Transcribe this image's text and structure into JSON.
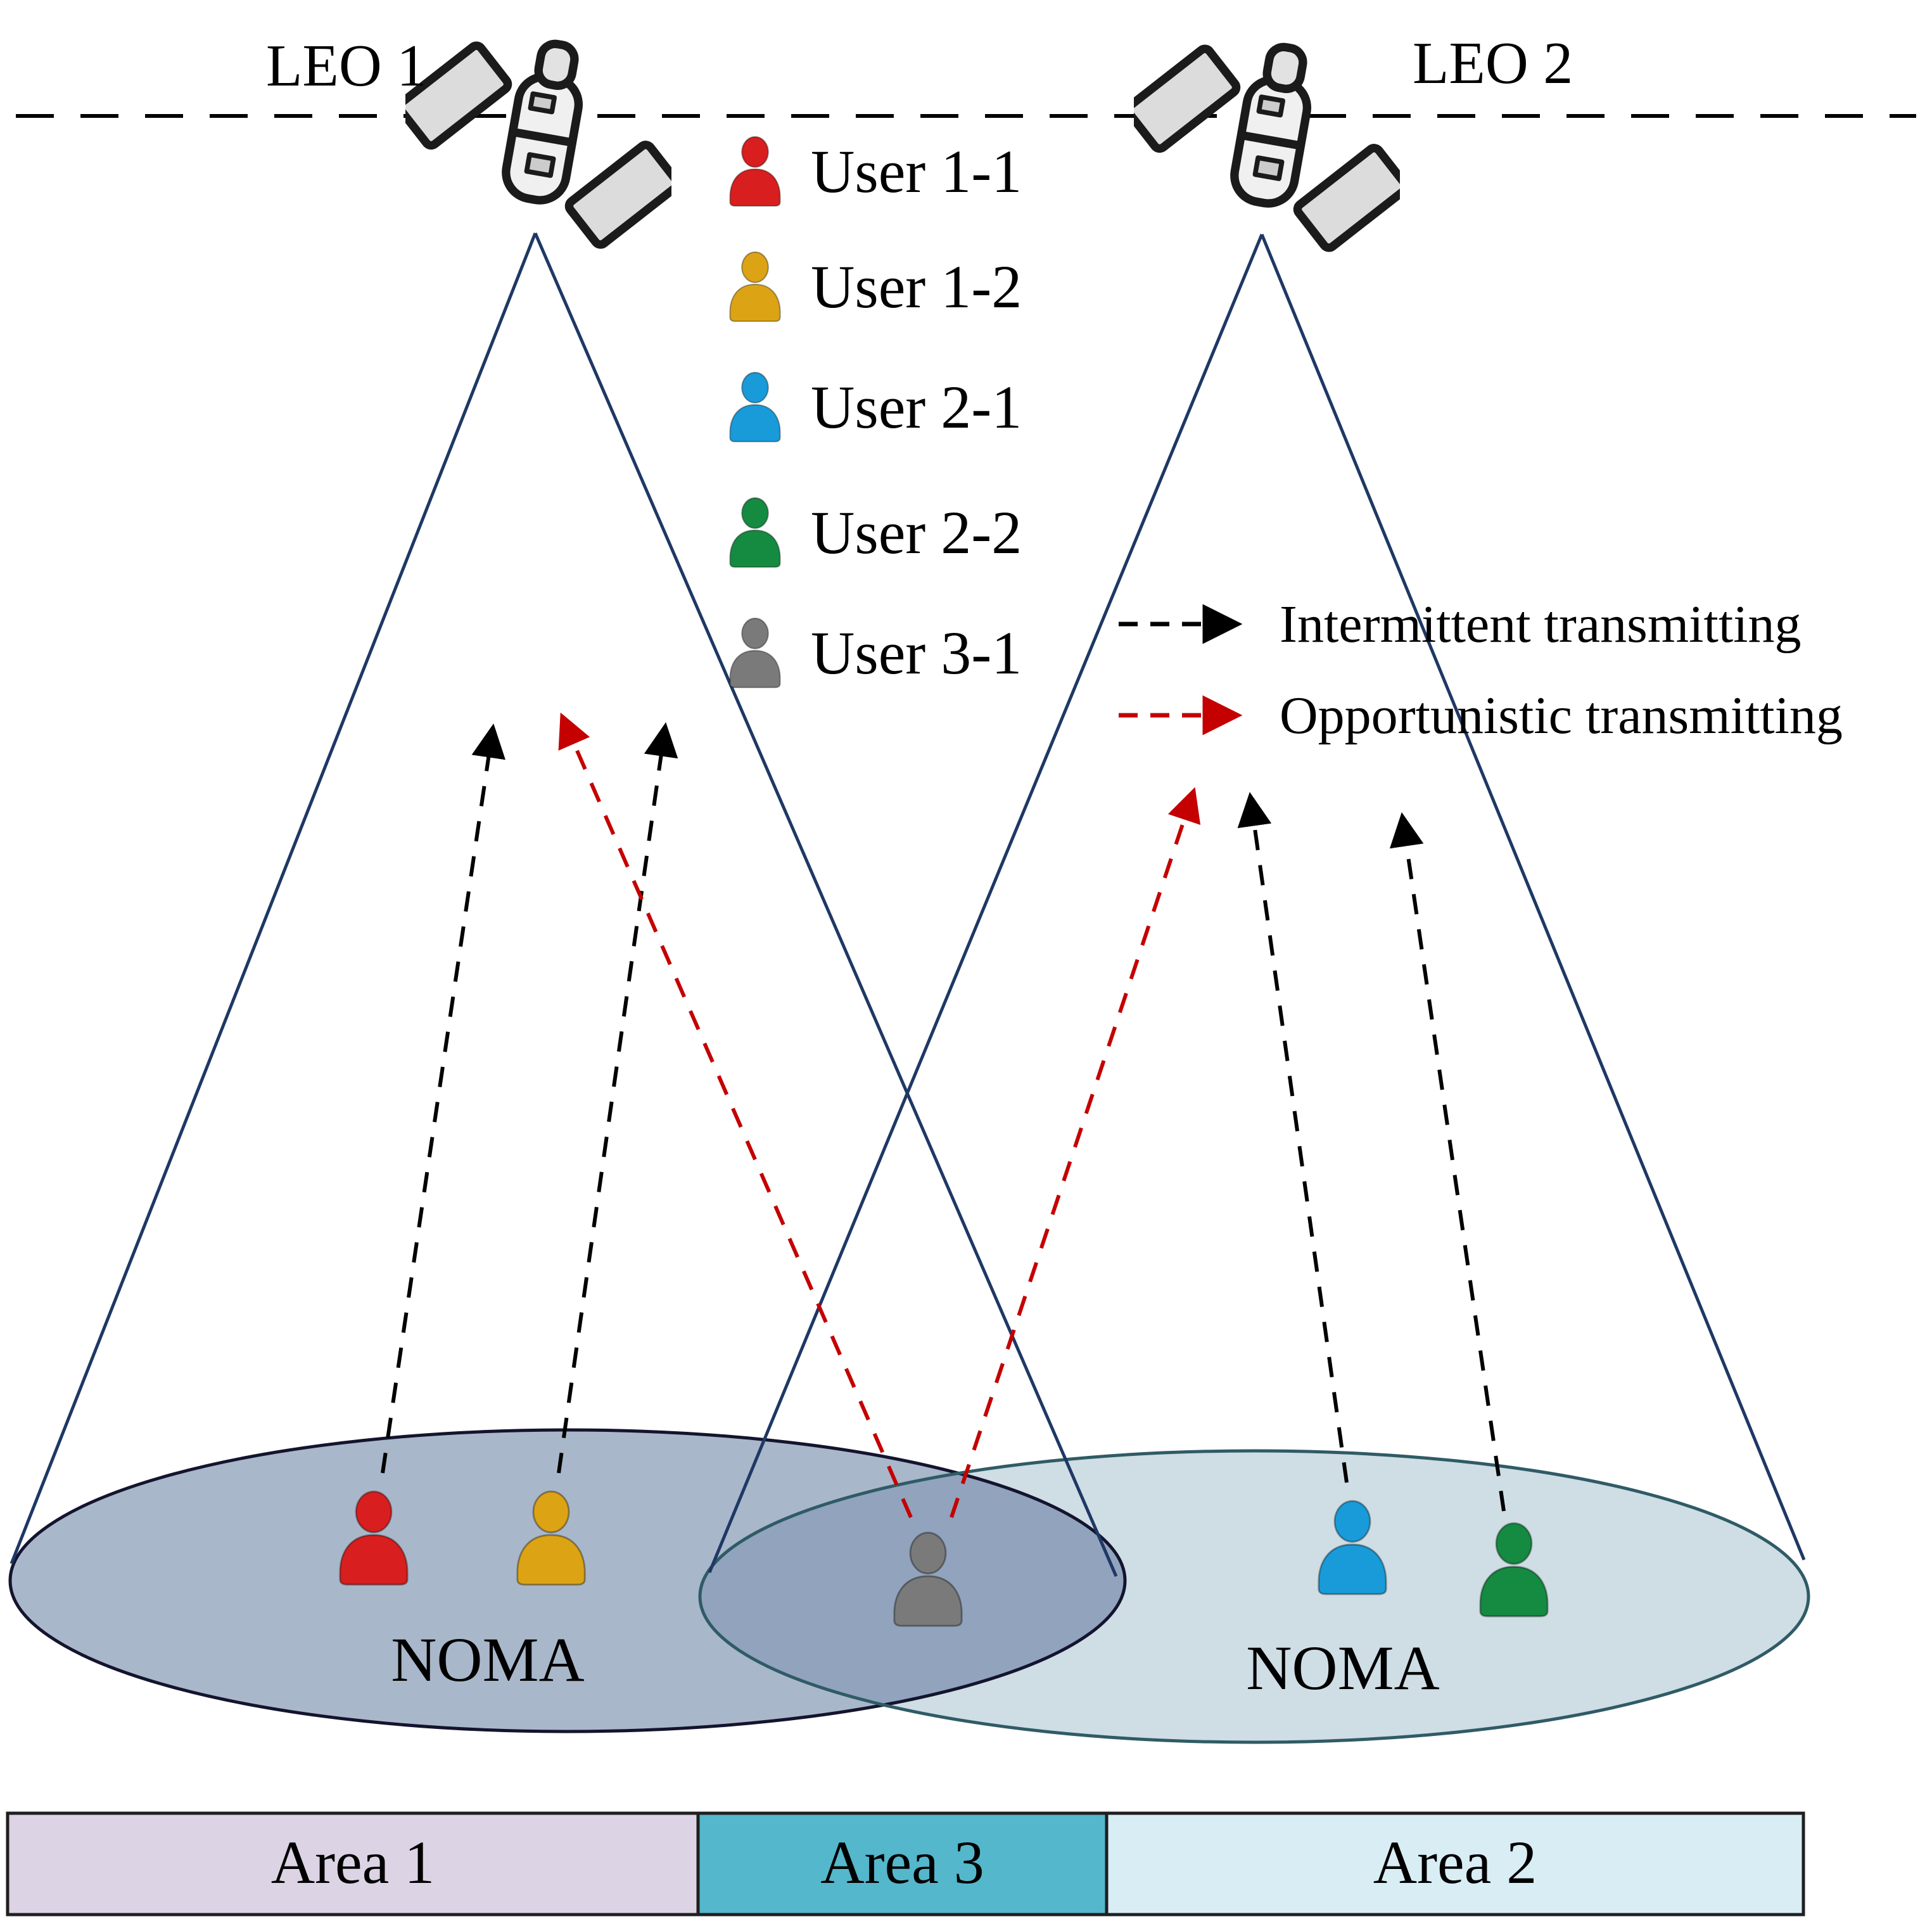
{
  "satellites": {
    "leo1": "LEO 1",
    "leo2": "LEO 2"
  },
  "user_legend": [
    {
      "label": "User 1-1",
      "color": "#d81e1e"
    },
    {
      "label": "User 1-2",
      "color": "#dca414"
    },
    {
      "label": "User 2-1",
      "color": "#189bd8"
    },
    {
      "label": "User 2-2",
      "color": "#158a41"
    },
    {
      "label": "User 3-1",
      "color": "#7a7a7a"
    }
  ],
  "link_legend": [
    {
      "label": "Intermittent transmitting",
      "color": "#000000"
    },
    {
      "label": "Opportunistic transmitting",
      "color": "#c40000"
    }
  ],
  "regions": {
    "left_noma_label": "NOMA",
    "right_noma_label": "NOMA",
    "left_ellipse_color": "#a9b7ca",
    "right_ellipse_color": "#cfdde5",
    "overlap_color": "#91a3bd",
    "beam_color": "#1f3864"
  },
  "areas": [
    {
      "label": "Area 1",
      "color": "#dcd3e4"
    },
    {
      "label": "Area 3",
      "color": "#54b7cb"
    },
    {
      "label": "Area 2",
      "color": "#d9edf5"
    }
  ]
}
